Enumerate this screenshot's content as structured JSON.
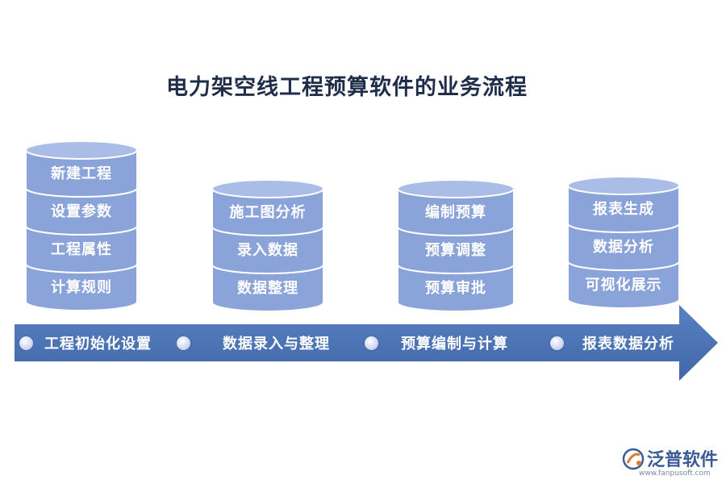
{
  "title": "电力架空线工程预算软件的业务流程",
  "colors": {
    "cylinder_body": "#8aa3d9",
    "cylinder_top": "#a9bde6",
    "cylinder_rim": "#ffffff",
    "arrow": "#4a73b3"
  },
  "stacks": [
    {
      "items": [
        "新建工程",
        "设置参数",
        "工程属性",
        "计算规则"
      ]
    },
    {
      "items": [
        "施工图分析",
        "录入数据",
        "数据整理"
      ]
    },
    {
      "items": [
        "编制预算",
        "预算调整",
        "预算审批"
      ]
    },
    {
      "items": [
        "报表生成",
        "数据分析",
        "可视化展示"
      ]
    }
  ],
  "steps": [
    "工程初始化设置",
    "数据录入与整理",
    "预算编制与计算",
    "报表数据分析"
  ],
  "logo": {
    "name": "泛普软件",
    "url": "www.fanpusoft.com",
    "icon": "fanpu-logo-icon"
  }
}
